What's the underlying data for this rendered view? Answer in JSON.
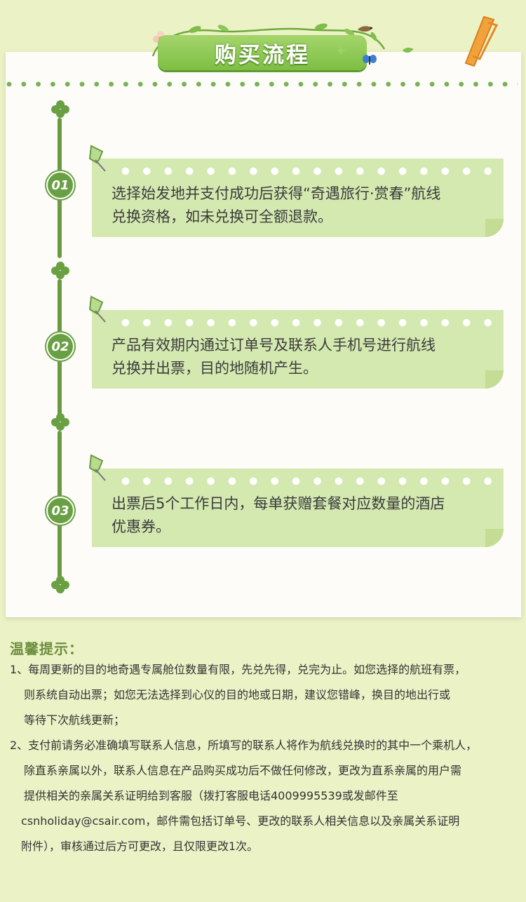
{
  "header": {
    "title": "购买流程"
  },
  "steps": [
    {
      "number": "01",
      "lines": [
        "选择始发地并支付成功后获得“奇遇旅行·赏春”航线",
        "兑换资格，如未兑换可全额退款。"
      ]
    },
    {
      "number": "02",
      "lines": [
        "产品有效期内通过订单号及联系人手机号进行航线",
        "兑换并出票，目的地随机产生。"
      ]
    },
    {
      "number": "03",
      "lines": [
        "出票后5个工作日内，每单获赠套餐对应数量的酒店",
        "优惠券。"
      ]
    }
  ],
  "tips": {
    "title": "温馨提示：",
    "lines": [
      "1、每周更新的目的地奇遇专属舱位数量有限，先兑先得，兑完为止。如您选择的航班有票，",
      "则系统自动出票；如您无法选择到心仪的目的地或日期，建议您错峰，换目的地出行或",
      "等待下次航线更新；",
      "2、支付前请务必准确填写联系人信息，所填写的联系人将作为航线兑换时的其中一个乘机人，",
      "除直系亲属以外，联系人信息在产品购买成功后不做任何修改，更改为直系亲属的用户需",
      "提供相关的亲属关系证明给到客服（拨打客服电话4009995539或发邮件至",
      "csnholiday@csair.com，邮件需包括订单号、更改的联系人相关信息以及亲属关系证明",
      "附件），审核通过后方可更改，且仅限更改1次。"
    ]
  },
  "colors": {
    "page_background": "#ebf2c6",
    "card_background": "#fefcf8",
    "accent_green": "#7ab257",
    "step_background": "#d4e9b0",
    "tips_title": "#6d8f3e"
  },
  "icons": [
    "clover-icon",
    "pushpin-icon",
    "vine-decoration",
    "flower-icon",
    "butterfly-icon",
    "bird-icon",
    "paper-clip-icon"
  ]
}
